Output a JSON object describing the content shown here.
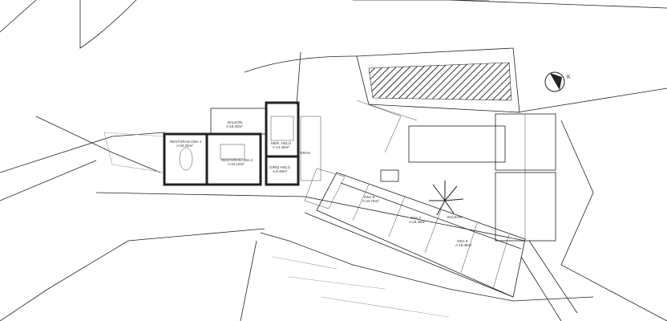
{
  "drawing": {
    "north_label": "K",
    "rooms": [
      {
        "name": "RESTORAN ODA 1",
        "area": "A:34.20m²"
      },
      {
        "name": "BALKON",
        "area": "A:16.40m²"
      },
      {
        "name": "RESTORAN ODA 2",
        "area": "A:34.10m²"
      },
      {
        "name": "MER. HOLÜ",
        "area": "A:14.46m²"
      },
      {
        "name": "GİRİŞ HOLÜ",
        "area": "A:8.30m²"
      },
      {
        "name": "TERAS",
        "area": ""
      },
      {
        "name": "ODA 6",
        "area": "A:24.75m²"
      },
      {
        "name": "ODA 7",
        "area": "A:19.48m²"
      },
      {
        "name": "ODA 8",
        "area": "A:19.48m²"
      },
      {
        "name": "BALKON",
        "area": ""
      }
    ]
  },
  "colors": {
    "line": "#222222",
    "wall_fill": "#cccccc",
    "hatch": "#333333"
  }
}
